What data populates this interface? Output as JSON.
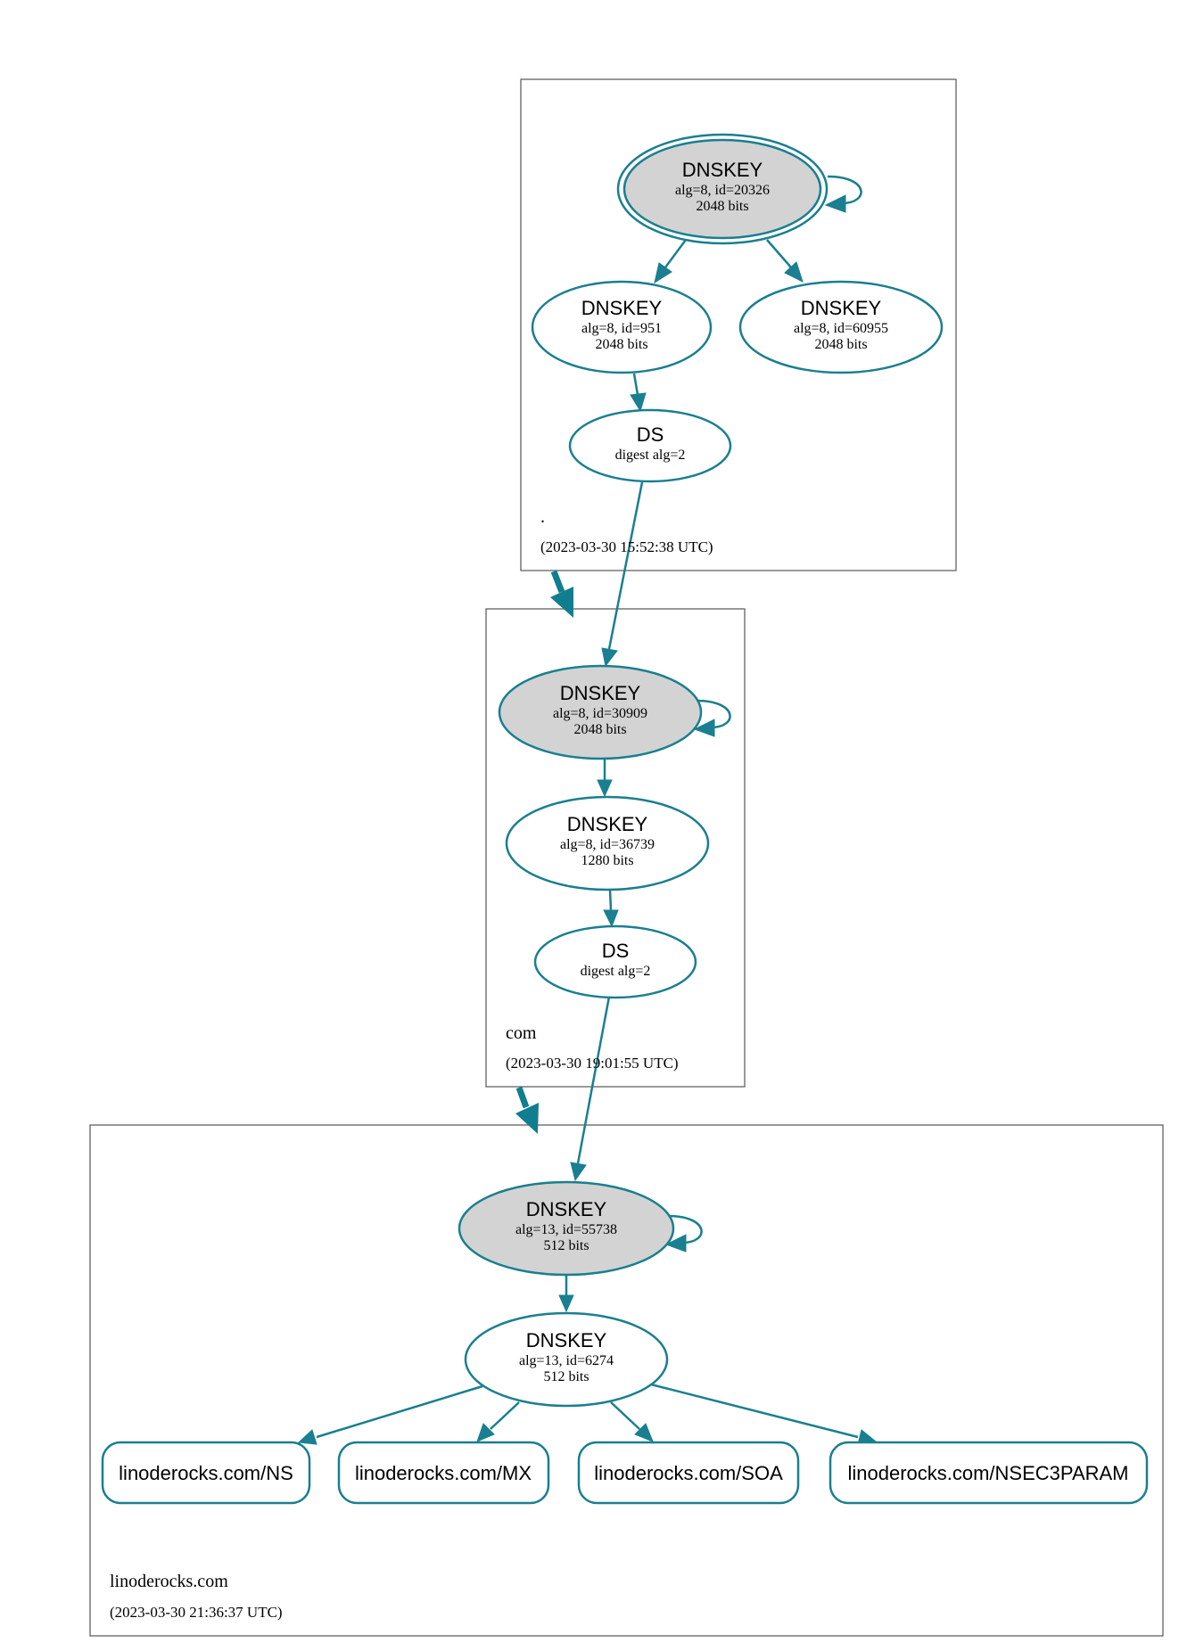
{
  "colors": {
    "edge": "#1a7f90",
    "ksk_fill": "#d3d3d3",
    "node_fill": "#ffffff",
    "zone_border": "#555555"
  },
  "zones": {
    "root": {
      "name": ".",
      "timestamp": "(2023-03-30 15:52:38 UTC)",
      "ksk": {
        "type": "DNSKEY",
        "detail": "alg=8, id=20326",
        "size": "2048 bits"
      },
      "zsk_951": {
        "type": "DNSKEY",
        "detail": "alg=8, id=951",
        "size": "2048 bits"
      },
      "zsk_60955": {
        "type": "DNSKEY",
        "detail": "alg=8, id=60955",
        "size": "2048 bits"
      },
      "ds": {
        "type": "DS",
        "detail": "digest alg=2"
      }
    },
    "com": {
      "name": "com",
      "timestamp": "(2023-03-30 19:01:55 UTC)",
      "ksk": {
        "type": "DNSKEY",
        "detail": "alg=8, id=30909",
        "size": "2048 bits"
      },
      "zsk": {
        "type": "DNSKEY",
        "detail": "alg=8, id=36739",
        "size": "1280 bits"
      },
      "ds": {
        "type": "DS",
        "detail": "digest alg=2"
      }
    },
    "linoderocks": {
      "name": "linoderocks.com",
      "timestamp": "(2023-03-30 21:36:37 UTC)",
      "ksk": {
        "type": "DNSKEY",
        "detail": "alg=13, id=55738",
        "size": "512 bits"
      },
      "zsk": {
        "type": "DNSKEY",
        "detail": "alg=13, id=6274",
        "size": "512 bits"
      },
      "rrsets": {
        "ns": "linoderocks.com/NS",
        "mx": "linoderocks.com/MX",
        "soa": "linoderocks.com/SOA",
        "nsec3param": "linoderocks.com/NSEC3PARAM"
      }
    }
  }
}
